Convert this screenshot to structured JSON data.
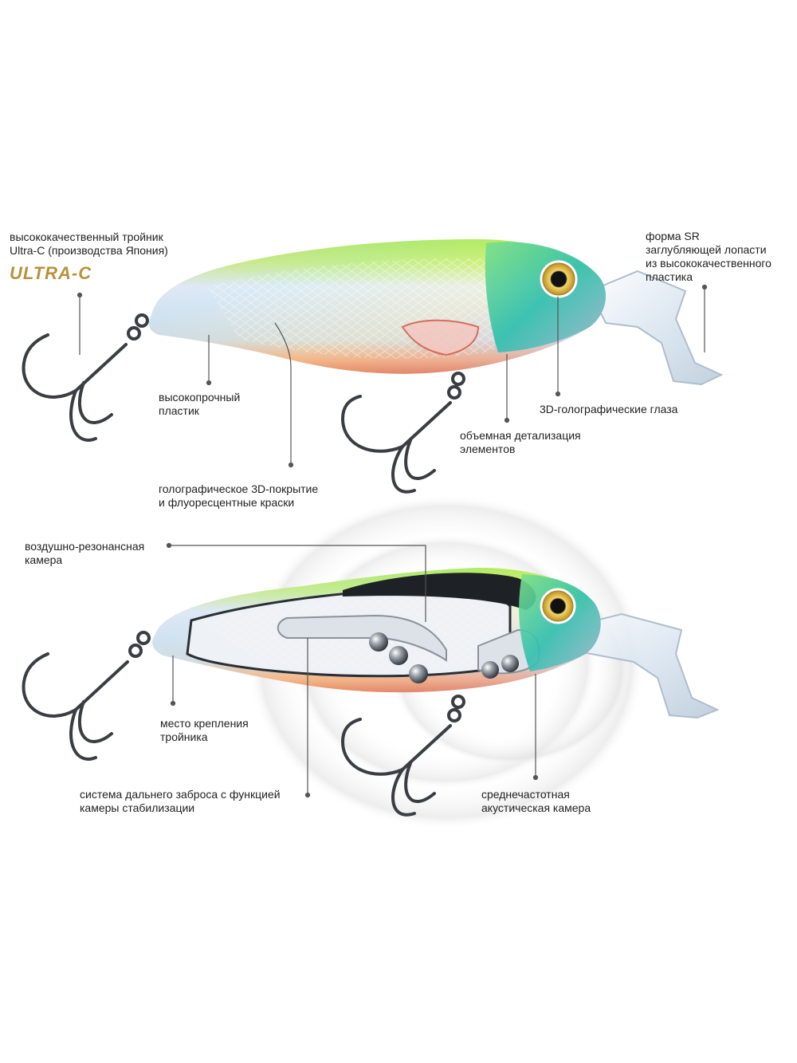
{
  "colors": {
    "text": "#222222",
    "leader": "#555555",
    "lure_green": "#9ee21b",
    "lure_belly": "#e0603a",
    "lure_body": "#dfe4ec",
    "lure_head": "#2fbfae",
    "eye_gold": "#d9b23a",
    "logo_gold": "#b8923a"
  },
  "logo": {
    "text": "ULTRA-C"
  },
  "top_lure": {
    "callouts": {
      "treble_hook": [
        "высококачественный тройник",
        "Ultra-C (производства Япония)"
      ],
      "plastic": [
        "высокопрочный",
        "пластик"
      ],
      "coating": [
        "голографическое 3D-покрытие",
        "и флуоресцентные краски"
      ],
      "detailing": [
        "объемная детализация",
        "элементов"
      ],
      "eyes": [
        "3D-голографические глаза"
      ],
      "lip": [
        "форма SR",
        "заглубляющей лопасти",
        "из высококачественного",
        "пластика"
      ]
    }
  },
  "bottom_lure": {
    "callouts": {
      "air_chamber": [
        "воздушно-резонансная",
        "камера"
      ],
      "hook_mount": [
        "место крепления",
        "тройника"
      ],
      "casting_system": [
        "система дальнего заброса с функцией",
        "камеры стабилизации"
      ],
      "acoustic_chamber": [
        "среднечастотная",
        "акустическая камера"
      ]
    }
  }
}
